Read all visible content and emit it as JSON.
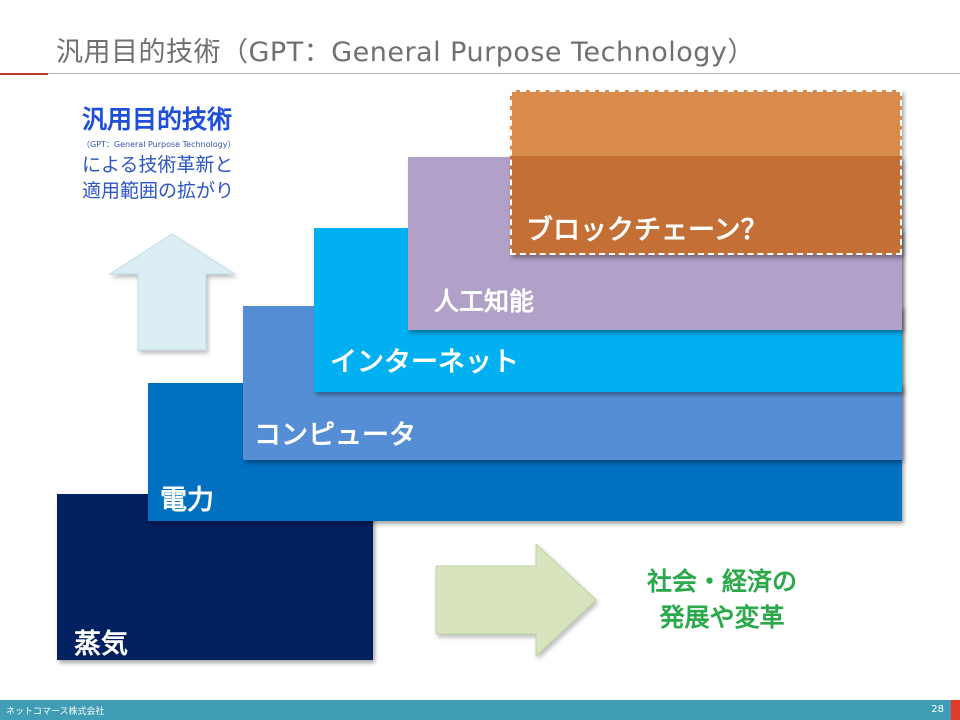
{
  "slide": {
    "title": "汎用目的技術（GPT：General Purpose Technology）"
  },
  "gpt_note": {
    "heading": "汎用目的技術",
    "subtitle": "（GPT：General Purpose Technology）",
    "line1": "による技術革新と",
    "line2": "適用範囲の拡がり"
  },
  "steps": [
    {
      "label": "蒸気"
    },
    {
      "label": "電力"
    },
    {
      "label": "コンピュータ"
    },
    {
      "label": "インターネット"
    },
    {
      "label": "人工知能"
    },
    {
      "label": "ブロックチェーン？"
    }
  ],
  "result": {
    "line1": "社会・経済の",
    "line2": "発展や変革"
  },
  "footer": {
    "company": "ネットコマース株式会社",
    "page": "28"
  },
  "colors": {
    "steam": "#002060",
    "electric": "#0070c0",
    "computer": "#558ed5",
    "internet": "#00b0f0",
    "ai": "#b1a0c7",
    "blockchain_top": "#d98b4b",
    "blockchain_bottom": "#c36f36",
    "up_arrow": "#dbeef4",
    "right_arrow": "#d7e4bd",
    "result_text": "#2aa84a",
    "heading_text": "#1f4fd8"
  },
  "icons": {
    "up_arrow": "up-arrow-icon",
    "right_arrow": "right-arrow-icon"
  }
}
